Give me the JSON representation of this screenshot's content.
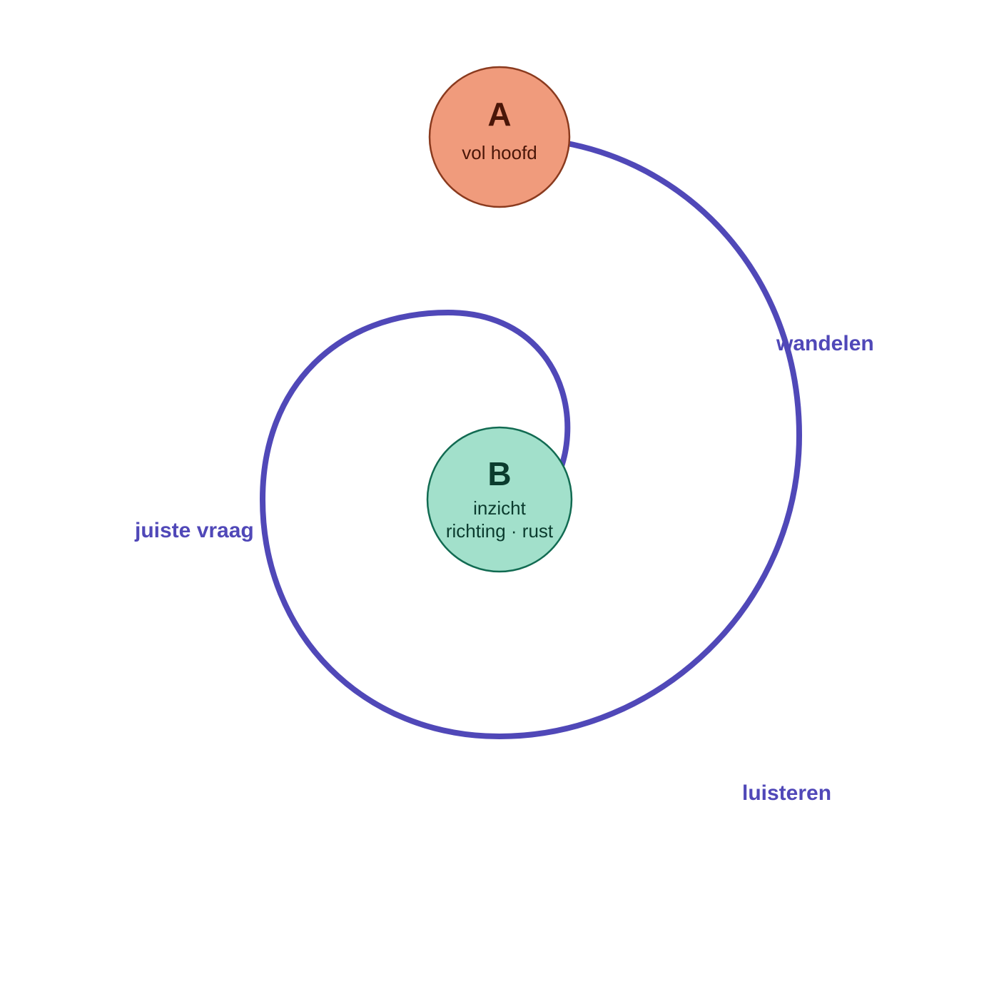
{
  "colors": {
    "spiral": "#5048b8",
    "label": "#5048b8",
    "node_a_fill": "#f09b7c",
    "node_a_stroke": "#8a3a1e",
    "node_a_text": "#4a1608",
    "node_b_fill": "#a2e0cb",
    "node_b_stroke": "#126b52",
    "node_b_text": "#0b3b2e"
  },
  "node_a": {
    "letter": "A",
    "line1": "vol hoofd"
  },
  "node_b": {
    "letter": "B",
    "line1": "inzicht",
    "line2": "richting · rust"
  },
  "labels": {
    "walk": "wandelen",
    "listen": "luisteren",
    "question": "juiste vraag"
  }
}
